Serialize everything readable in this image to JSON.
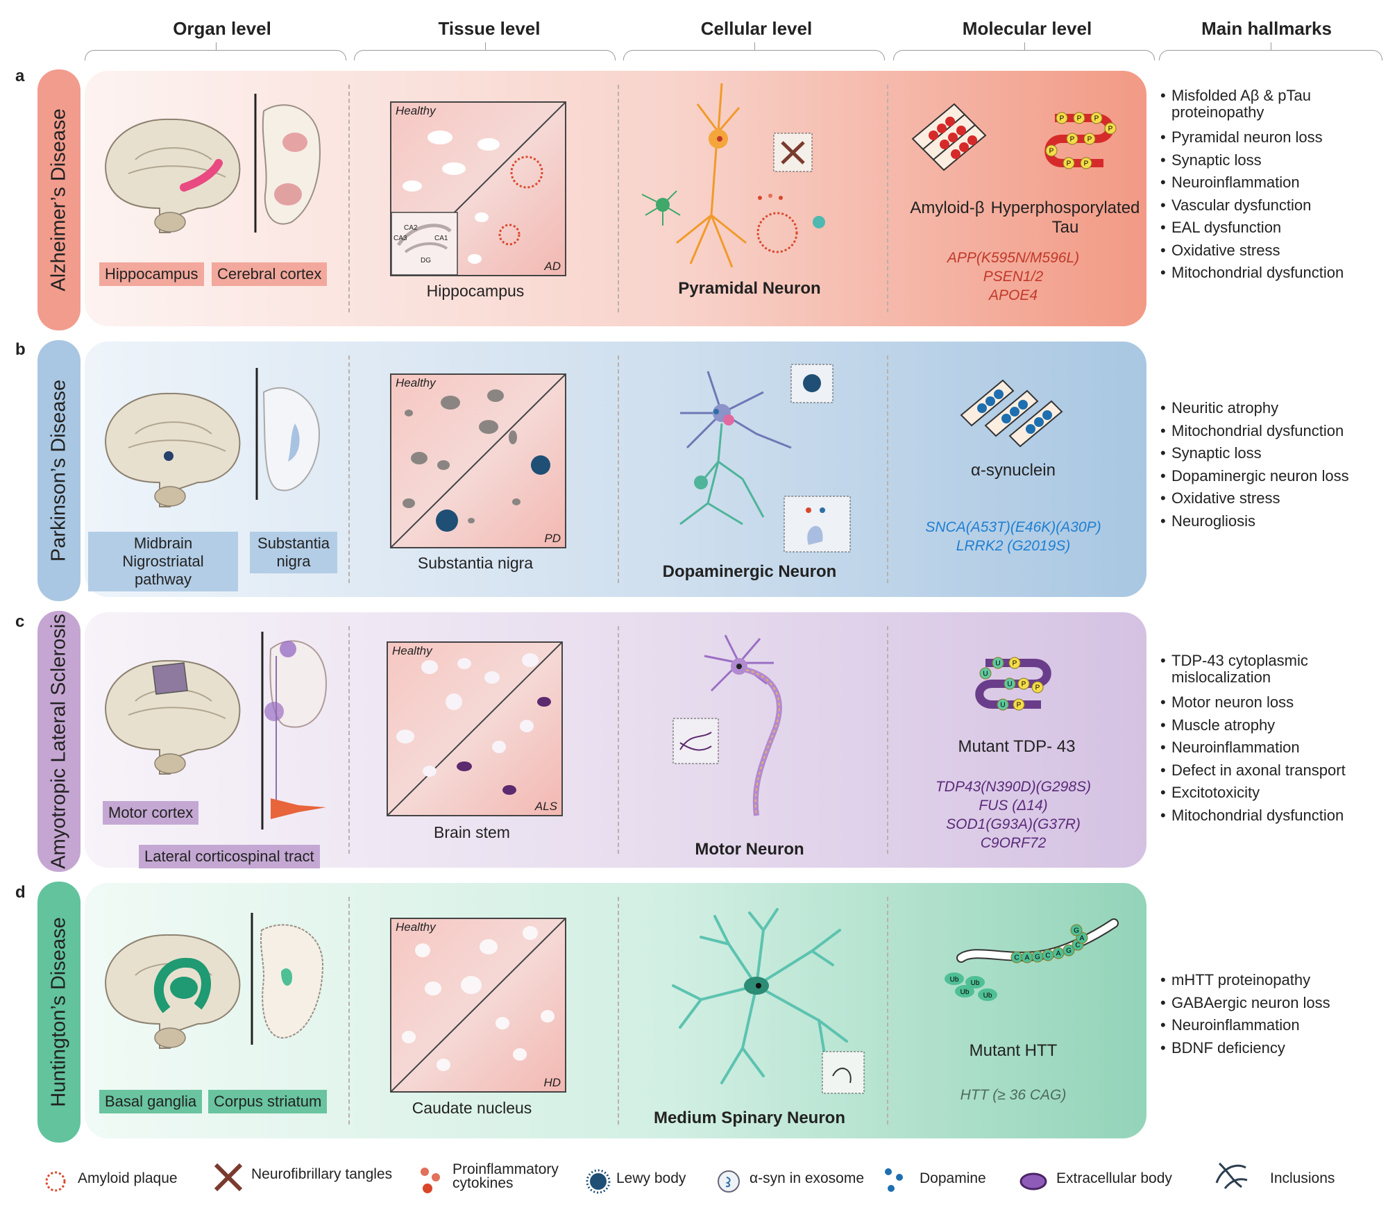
{
  "columns": {
    "organ": "Organ level",
    "tissue": "Tissue level",
    "cellular": "Cellular level",
    "molecular": "Molecular level",
    "hallmarks": "Main hallmarks"
  },
  "rows": {
    "a": {
      "letter": "a",
      "disease": "Alzheimer’s Disease",
      "organ_tags": [
        "Hippocampus",
        "Cerebral cortex"
      ],
      "tissue_caption": "Hippocampus",
      "tissue_healthy": "Healthy",
      "tissue_disease": "AD",
      "inset_labels": [
        "CA2",
        "CA3",
        "CA1",
        "DG"
      ],
      "neuron": "Pyramidal Neuron",
      "molecules": [
        "Amyloid-β",
        "Hyperphosporylated Tau"
      ],
      "tau_mark": "P",
      "genes": [
        "APP(K595N/M596L)",
        "PSEN1/2",
        "APOE4"
      ],
      "gene_color": "#c0392b",
      "hallmarks": [
        "Misfolded Aβ & pTau proteinopathy",
        "Pyramidal neuron loss",
        "Synaptic loss",
        "Neuroinflammation",
        "Vascular dysfunction",
        "EAL dysfunction",
        "Oxidative stress",
        "Mitochondrial dysfunction"
      ]
    },
    "b": {
      "letter": "b",
      "disease": "Parkinson’s Disease",
      "organ_tags": [
        "Midbrain Nigrostriatal pathway",
        "Substantia nigra"
      ],
      "tissue_caption": "Substantia nigra",
      "tissue_healthy": "Healthy",
      "tissue_disease": "PD",
      "neuron": "Dopaminergic Neuron",
      "molecules": [
        "α-synuclein"
      ],
      "genes": [
        "SNCA(A53T)(E46K)(A30P)",
        "LRRK2 (G2019S)"
      ],
      "gene_color": "#1f7fd1",
      "hallmarks": [
        "Neuritic atrophy",
        "Mitochondrial dysfunction",
        "Synaptic loss",
        "Dopaminergic neuron loss",
        "Oxidative stress",
        "Neurogliosis"
      ]
    },
    "c": {
      "letter": "c",
      "disease": "Amyotropic Lateral Sclerosis",
      "organ_tags": [
        "Motor cortex",
        "Lateral corticospinal tract"
      ],
      "tissue_caption": "Brain stem",
      "tissue_healthy": "Healthy",
      "tissue_disease": "ALS",
      "neuron": "Motor Neuron",
      "molecules": [
        "Mutant TDP- 43"
      ],
      "tdp_marks": [
        "U",
        "P"
      ],
      "genes": [
        "TDP43(N390D)(G298S)",
        "FUS (Δ14)",
        "SOD1(G93A)(G37R)",
        "C9ORF72"
      ],
      "gene_color": "#5b2a7a",
      "hallmarks": [
        "TDP-43 cytoplasmic mislocalization",
        "Motor neuron loss",
        "Muscle atrophy",
        "Neuroinflammation",
        "Defect in axonal transport",
        "Excitotoxicity",
        "Mitochondrial dysfunction"
      ]
    },
    "d": {
      "letter": "d",
      "disease": "Huntington’s Disease",
      "organ_tags": [
        "Basal ganglia",
        "Corpus striatum"
      ],
      "tissue_caption": "Caudate nucleus",
      "tissue_healthy": "Healthy",
      "tissue_disease": "HD",
      "neuron": "Medium Spinary Neuron",
      "molecules": [
        "Mutant HTT"
      ],
      "cag_letters": [
        "C",
        "A",
        "G",
        "C",
        "A",
        "G",
        "C",
        "A",
        "G"
      ],
      "ub_label": "Ub",
      "genes": [
        "HTT (≥ 36 CAG)"
      ],
      "gene_color": "#4d6b5e",
      "hallmarks": [
        "mHTT proteinopathy",
        "GABAergic neuron loss",
        "Neuroinflammation",
        "BDNF deficiency"
      ]
    }
  },
  "legend": [
    {
      "label": "Amyloid plaque",
      "icon": "amyloid-plaque-icon"
    },
    {
      "label": "Neurofibrillary tangles",
      "icon": "tangles-icon"
    },
    {
      "label": "Proinflammatory cytokines",
      "icon": "cytokines-icon"
    },
    {
      "label": "Lewy body",
      "icon": "lewy-body-icon"
    },
    {
      "label": "α-syn in exosome",
      "icon": "exosome-icon"
    },
    {
      "label": "Dopamine",
      "icon": "dopamine-icon"
    },
    {
      "label": "Extracellular body",
      "icon": "extracellular-body-icon"
    },
    {
      "label": "Inclusions",
      "icon": "inclusions-icon"
    }
  ],
  "colors": {
    "ad": "#f29c8d",
    "pd": "#a9c7e2",
    "als": "#c5a6d2",
    "hd": "#62c39d"
  }
}
